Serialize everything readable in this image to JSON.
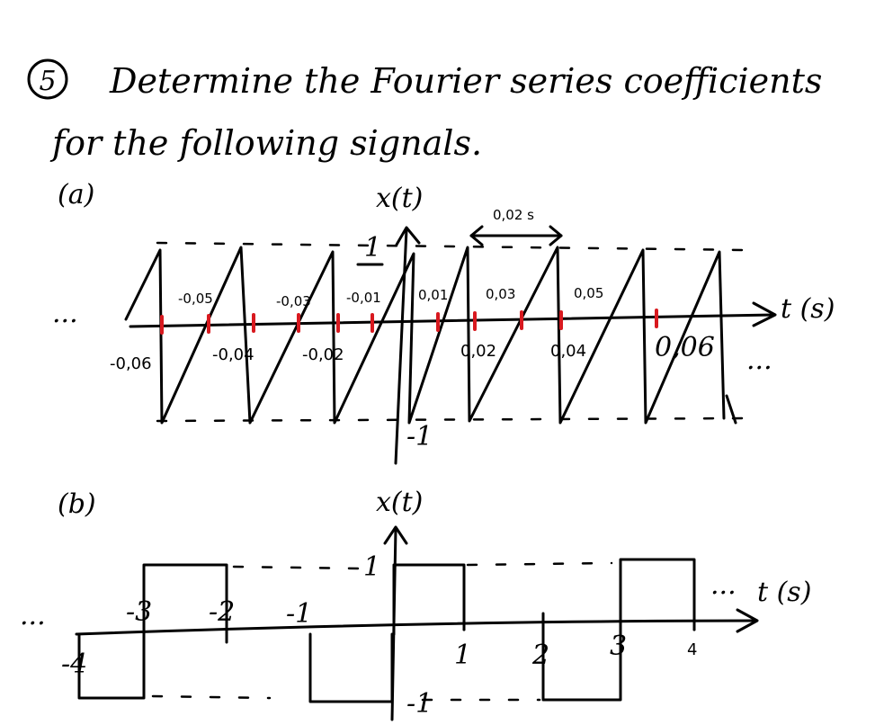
{
  "problem": {
    "number": "5",
    "line1": "Determine the Fourier series coefficients",
    "line2": "for the following signals."
  },
  "part_a": {
    "label": "(a)",
    "y_axis_label": "x(t)",
    "x_axis_label": "t (s)",
    "amplitude_high": "1",
    "amplitude_low": "-1",
    "period_label": "0,02 s",
    "left_ellipsis": "...",
    "right_ellipsis": "...",
    "ticks_above": [
      "-0,05",
      "-0,03",
      "-0,01",
      "0,01",
      "0,03",
      "0,05"
    ],
    "ticks_below": [
      "-0,06",
      "-0,04",
      "-0,02",
      "0,02",
      "0,04",
      "0,06"
    ]
  },
  "part_b": {
    "label": "(b)",
    "y_axis_label": "x(t)",
    "x_axis_label": "t (s)",
    "amplitude_high": "1",
    "amplitude_low": "-1",
    "left_ellipsis": "...",
    "right_ellipsis": "...",
    "ticks_neg": [
      "-3",
      "-2",
      "-1"
    ],
    "tick_far_left": "-4",
    "ticks_pos": [
      "1",
      "2",
      "3",
      "4"
    ]
  }
}
